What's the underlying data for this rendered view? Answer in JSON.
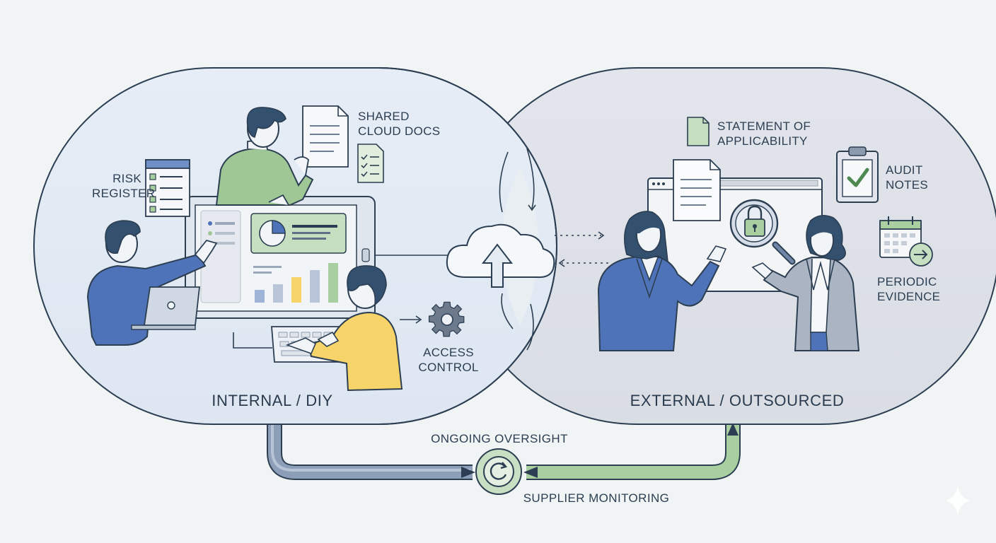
{
  "internal": {
    "title": "INTERNAL / DIY",
    "risk_register": "RISK\nREGISTER",
    "shared_cloud_docs": "SHARED\nCLOUD DOCS",
    "access_control": "ACCESS\nCONTROL"
  },
  "external": {
    "title": "EXTERNAL / OUTSOURCED",
    "statement": "STATEMENT OF\nAPPLICABILITY",
    "audit_notes": "AUDIT\nNOTES",
    "periodic_evidence": "PERIODIC\nEVIDENCE"
  },
  "loop": {
    "top_label": "ONGOING OVERSIGHT",
    "bottom_label": "SUPPLIER MONITORING"
  },
  "colors": {
    "outline": "#2c3e52",
    "internal_fill": "#e3ebf5",
    "external_fill": "#dde1e8",
    "green": "#9fc795",
    "blue": "#4f73b8",
    "yellow": "#f7d46a",
    "loop_blue": "#8a9cb6",
    "loop_green": "#a9cfa0"
  },
  "icons": [
    "cloud-upload-icon",
    "gear-icon",
    "lock-icon",
    "magnifier-icon",
    "clipboard-check-icon",
    "calendar-icon",
    "refresh-icon",
    "document-icon",
    "checklist-icon",
    "laptop-icon",
    "sparkle-icon"
  ]
}
